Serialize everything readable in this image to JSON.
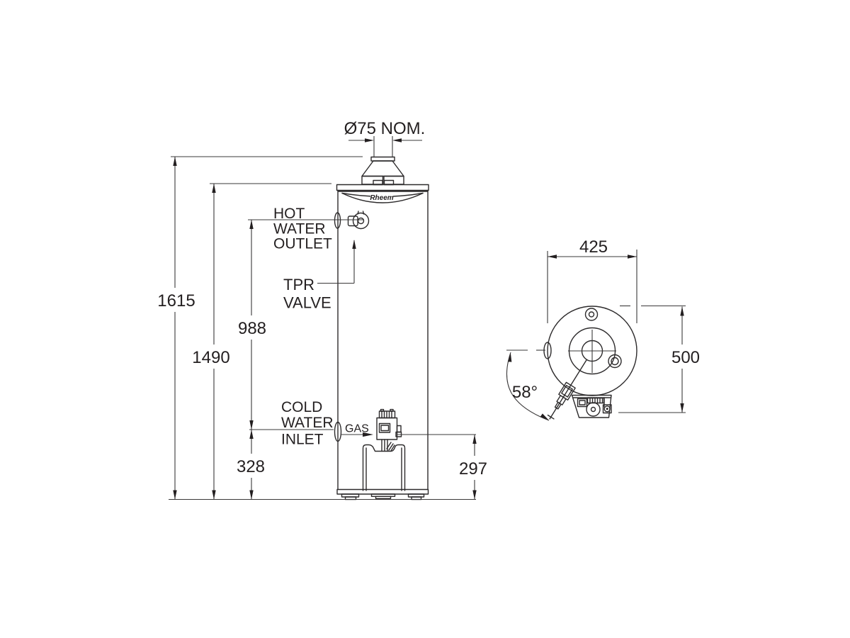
{
  "front_view": {
    "brand": "Rheem",
    "flue_diameter_label": "Ø75 NOM.",
    "hot_water_outlet": [
      "HOT",
      "WATER",
      "OUTLET"
    ],
    "tpr_valve": [
      "TPR",
      "VALVE"
    ],
    "cold_water_inlet": [
      "COLD",
      "WATER",
      "INLET"
    ],
    "gas_label": "GAS",
    "overall_height": "1615",
    "height_to_tank_top": "1490",
    "outlet_to_inlet_height": "988",
    "cold_inlet_height": "328",
    "gas_connection_height": "297"
  },
  "top_view": {
    "tank_diameter": "425",
    "overall_depth": "500",
    "gas_connection_angle": "58°"
  }
}
